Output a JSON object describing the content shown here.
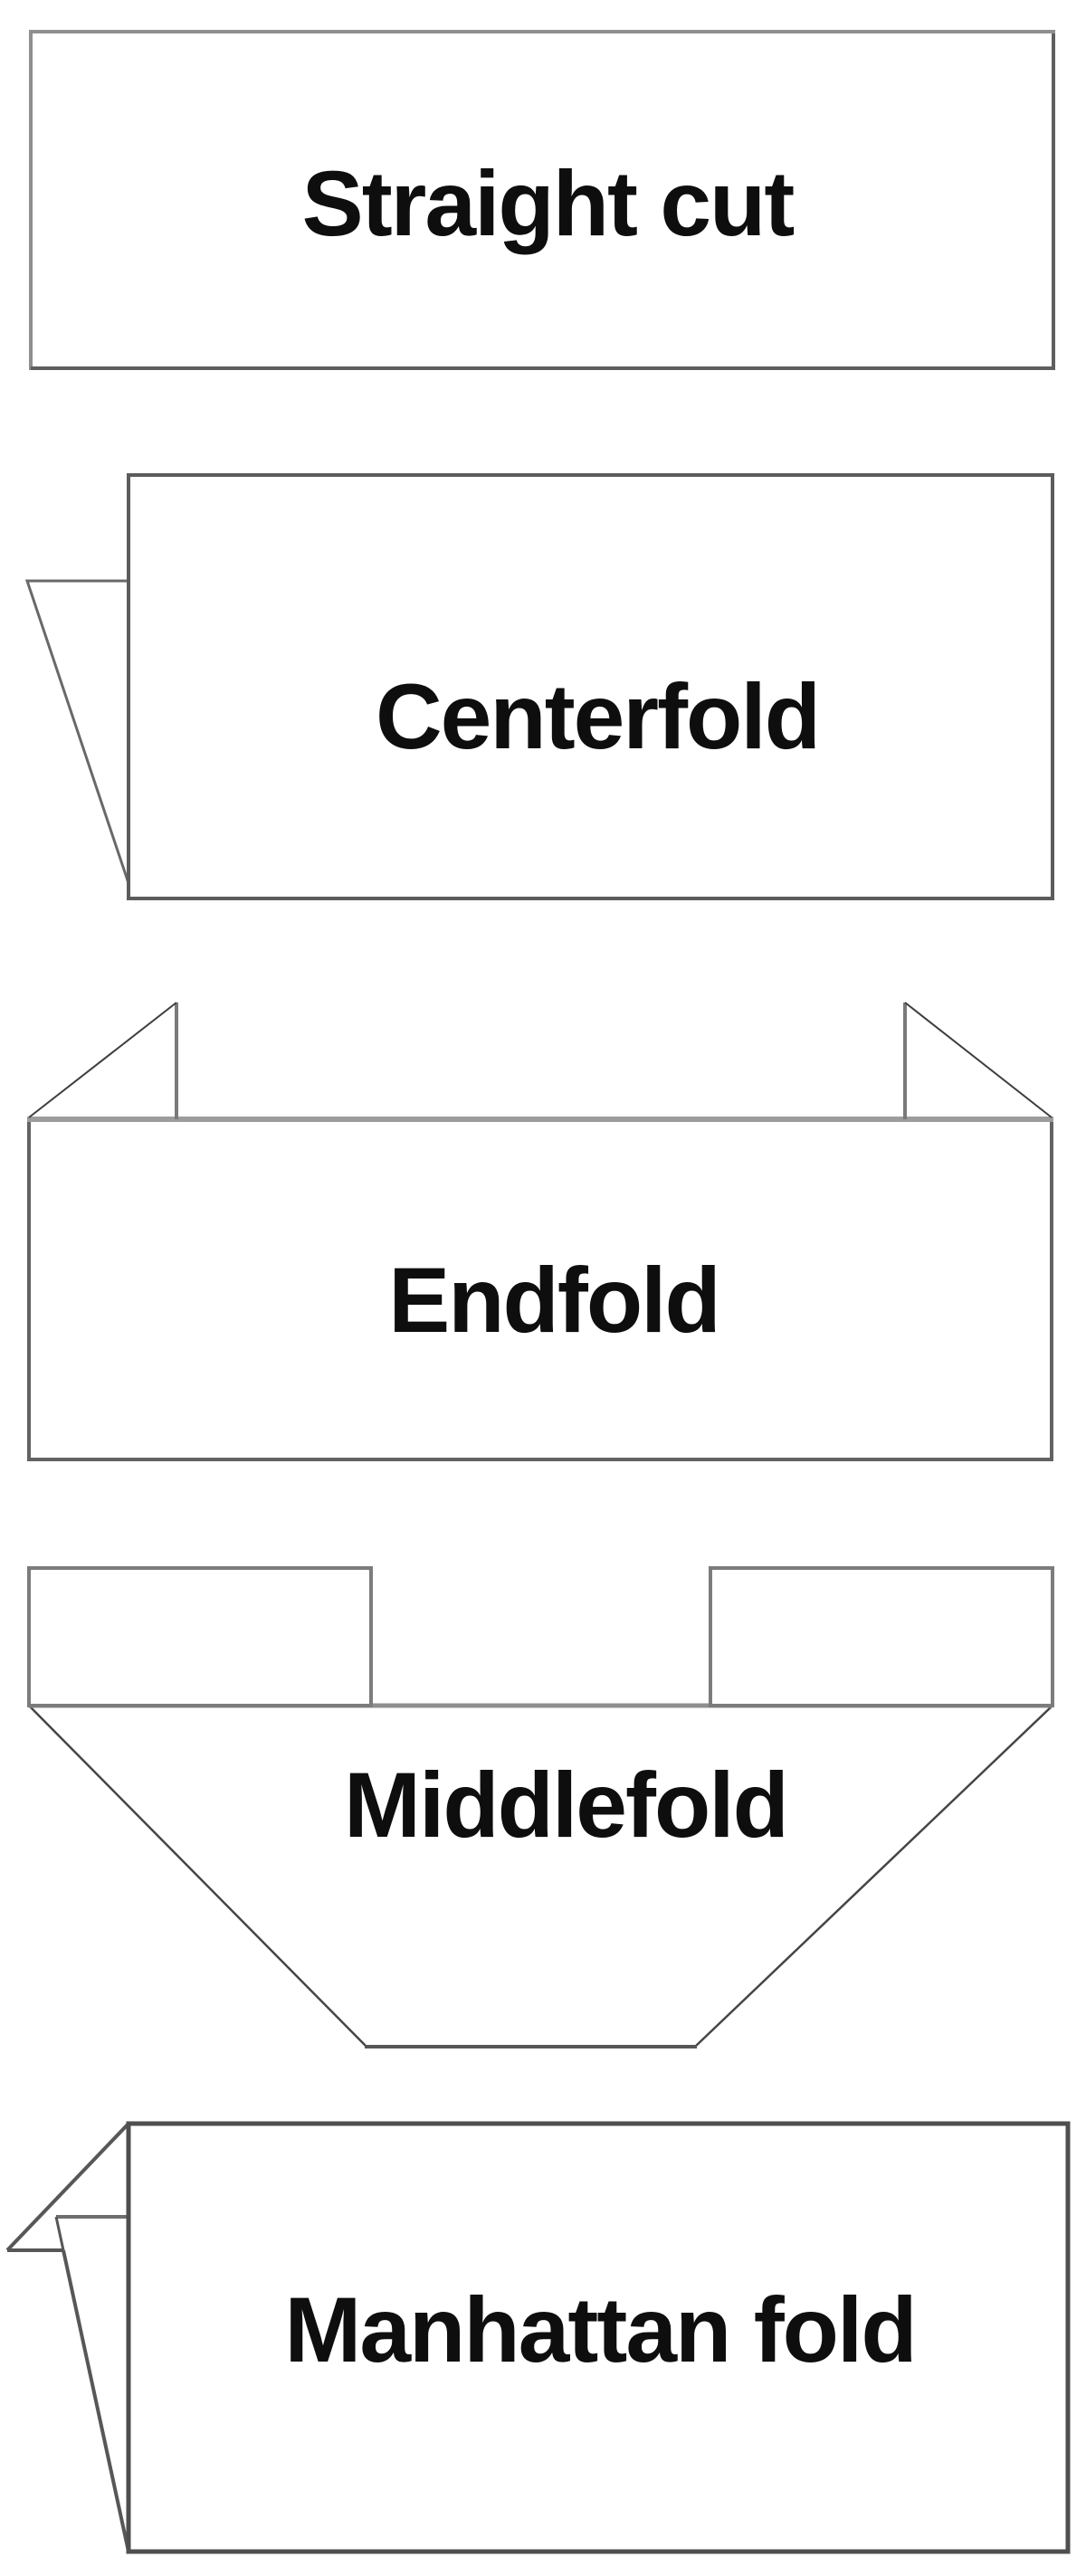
{
  "page": {
    "title": "Label fold types diagram",
    "background_color": "#ffffff",
    "text_color": "#0e0e0e"
  },
  "colors": {
    "line_light_gray": "#9c9c9c",
    "line_mid_gray": "#8f8f8f",
    "line_gray": "#7a7a7a",
    "line_dark_gray": "#5c5c5c",
    "line_darkest": "#3e3e3e",
    "shape_fill": "#ffffff"
  },
  "sections": [
    {
      "id": "straight-cut",
      "label": "Straight cut"
    },
    {
      "id": "centerfold",
      "label": "Centerfold"
    },
    {
      "id": "endfold",
      "label": "Endfold"
    },
    {
      "id": "middlefold",
      "label": "Middlefold"
    },
    {
      "id": "manhattan-fold",
      "label": "Manhattan fold"
    }
  ]
}
